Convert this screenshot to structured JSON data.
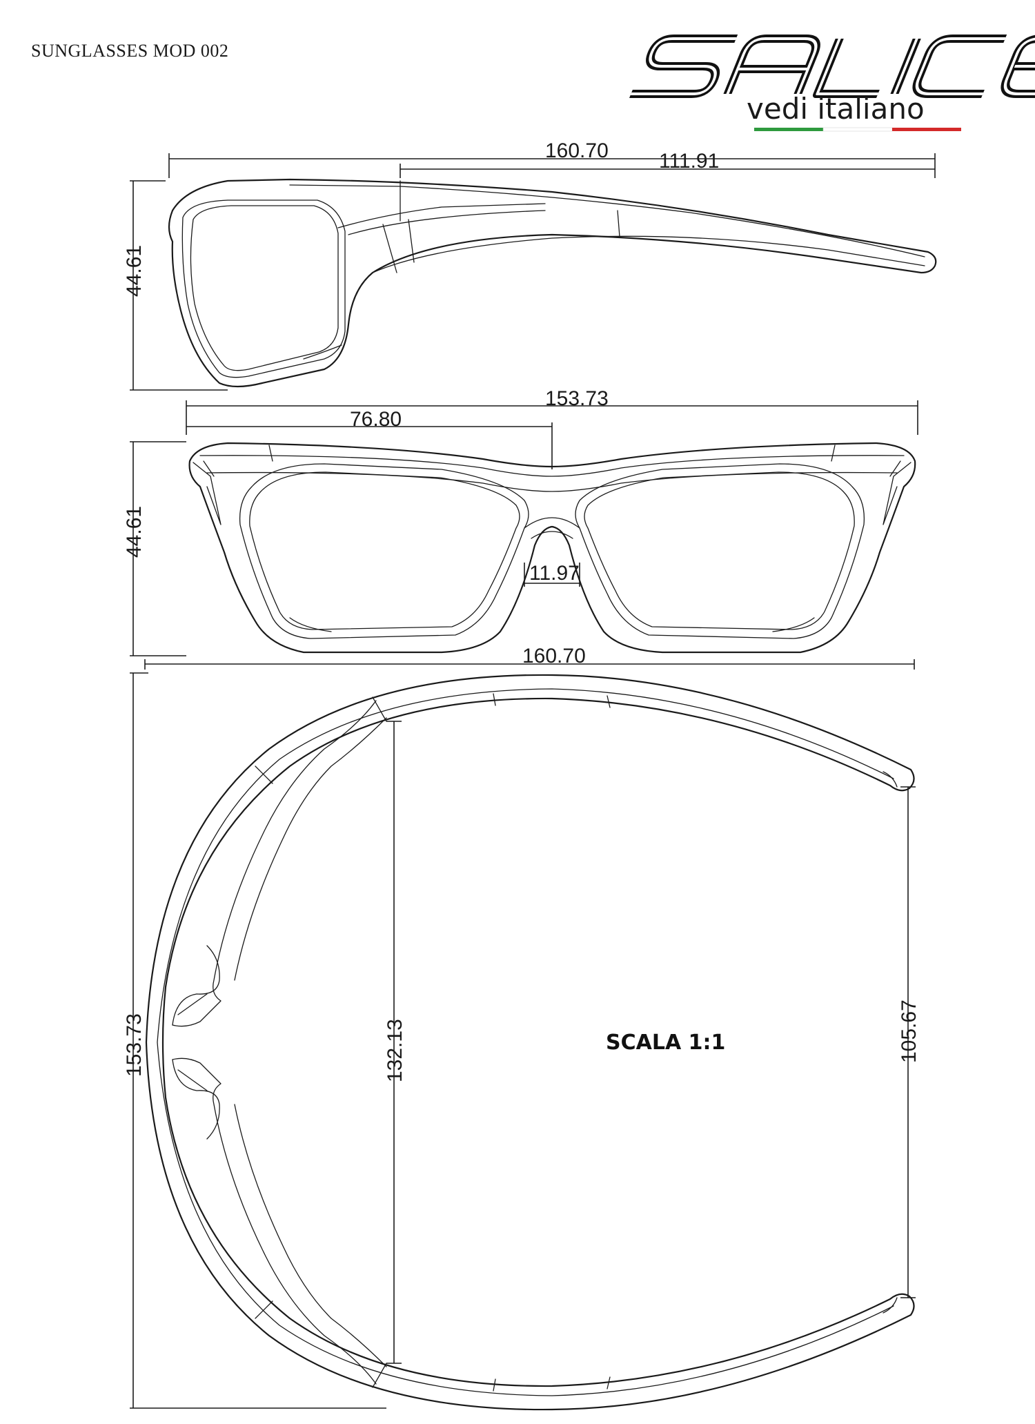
{
  "drawing": {
    "title": "SUNGLASSES MOD 002",
    "scale_note": "SCALA 1:1"
  },
  "brand": {
    "logo_text": "SALICE",
    "tagline": "vedi italiano",
    "flag_colors": [
      "#2e9a3e",
      "#ffffff",
      "#d42a2a"
    ]
  },
  "side_view": {
    "overall_length": "160.70",
    "temple_length": "111.91",
    "height": "44.61"
  },
  "front_view": {
    "overall_width": "153.73",
    "half_width": "76.80",
    "height": "44.61",
    "bridge_width": "11.97",
    "bottom_width": "160.70"
  },
  "top_view": {
    "depth": "153.73",
    "inner_span": "132.13",
    "temple_span": "105.67"
  }
}
